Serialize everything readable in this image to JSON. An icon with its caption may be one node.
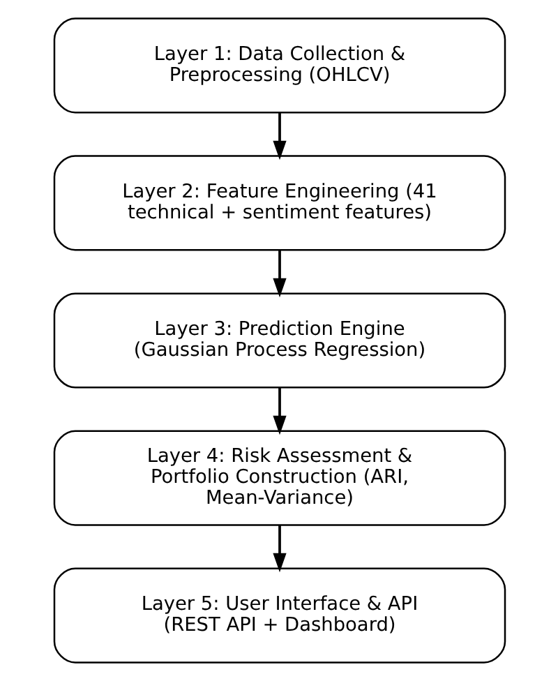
{
  "diagram": {
    "nodes": [
      {
        "text": [
          "Layer 1: Data Collection & Preprocessing (OHLCV)"
        ]
      },
      {
        "text": [
          "Layer 2: Feature Engineering (41 technical + sentiment features)"
        ]
      },
      {
        "text": [
          "Layer 3: Prediction Engine (Gaussian Process Regression)"
        ]
      },
      {
        "text": [
          "Layer 4: Risk Assessment & Portfolio Construction (ARI, Mean-Variance)"
        ]
      },
      {
        "text": [
          "Layer 5: User Interface & API (REST API + Dashboard)"
        ]
      }
    ],
    "edges": [
      {
        "from": 0,
        "to": 1,
        "arrow": "to"
      },
      {
        "from": 1,
        "to": 2,
        "arrow": "to"
      },
      {
        "from": 2,
        "to": 3,
        "arrow": "to"
      },
      {
        "from": 3,
        "to": 4,
        "arrow": "to"
      }
    ]
  }
}
